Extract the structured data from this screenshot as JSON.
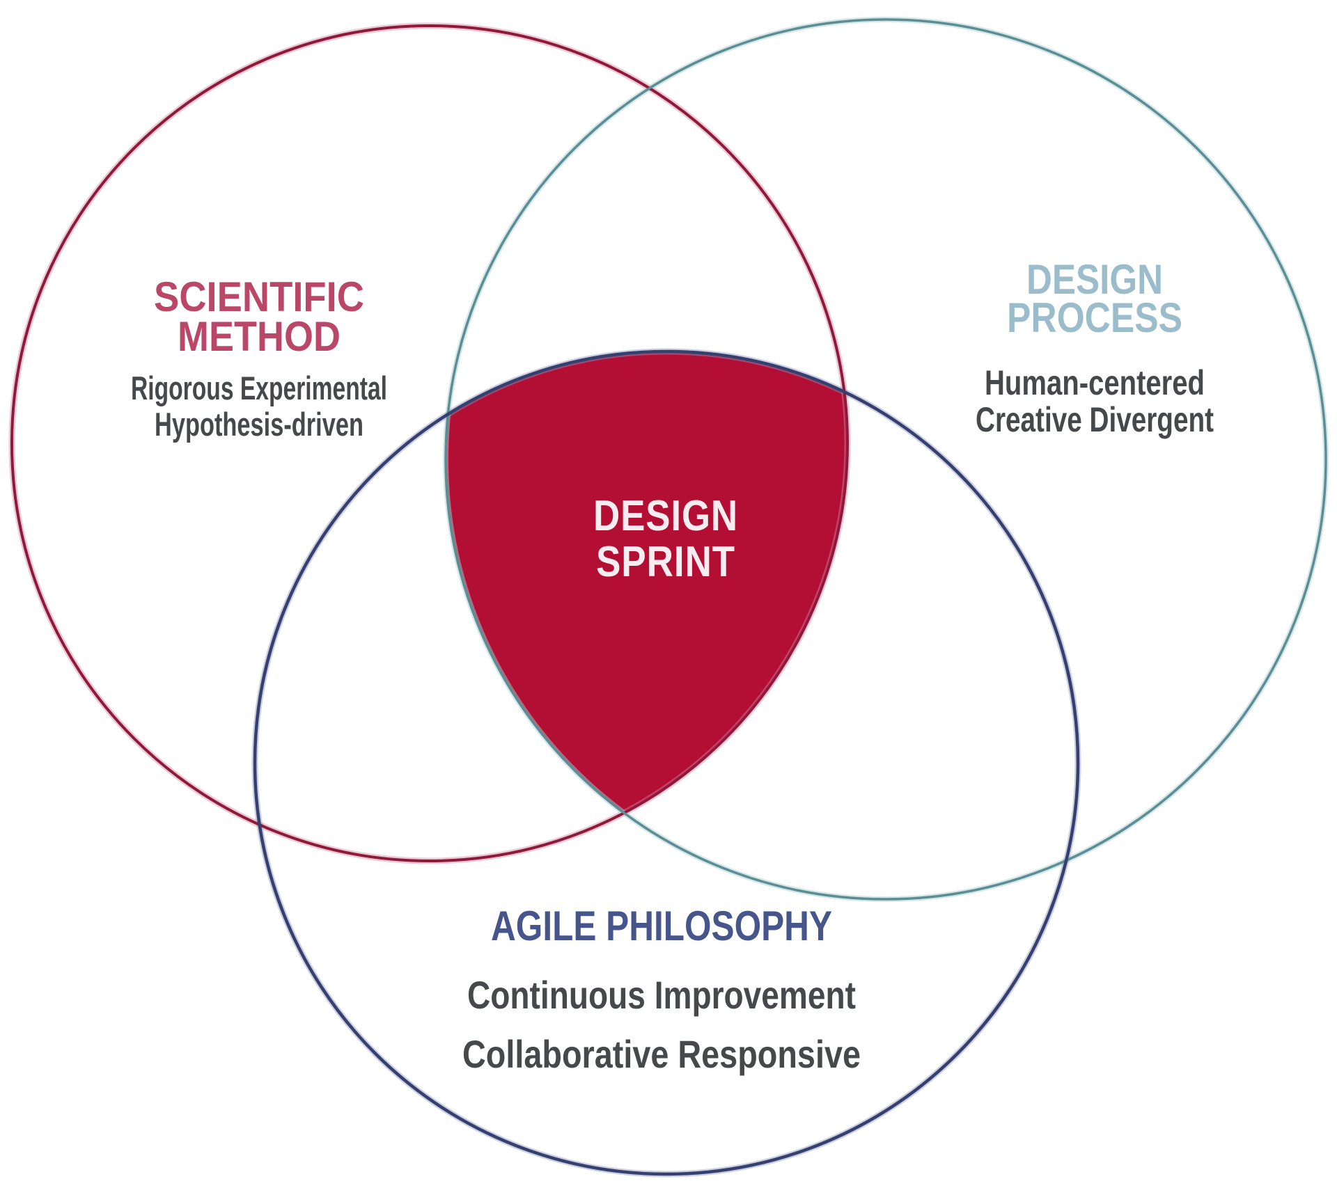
{
  "diagram": {
    "background_color": "#ffffff",
    "center": {
      "label_line1": "DESIGN",
      "label_line2": "SPRINT",
      "fill_color": "#b30e33",
      "text_color": "#f7edf0"
    },
    "circles": {
      "scientific_method": {
        "title_line1": "SCIENTIFIC",
        "title_line2": "METHOD",
        "subtitle_line1": "Rigorous Experimental",
        "subtitle_line2": "Hypothesis-driven",
        "stroke_color": "#8e1a39",
        "halo_color": "#d886a3",
        "title_color": "#bb4768"
      },
      "design_process": {
        "title_line1": "DESIGN",
        "title_line2": "PROCESS",
        "subtitle_line1": "Human-centered",
        "subtitle_line2": "Creative Divergent",
        "stroke_color": "#5d8d94",
        "halo_color": "#aacfd2",
        "title_color": "#9abccb"
      },
      "agile_philosophy": {
        "title": "AGILE PHILOSOPHY",
        "subtitle_line1": "Continuous Improvement",
        "subtitle_line2": "Collaborative Responsive",
        "stroke_color": "#35406f",
        "halo_color": "#8c95bd",
        "title_color": "#46558c"
      }
    },
    "subtitle_color": "#47484c"
  }
}
